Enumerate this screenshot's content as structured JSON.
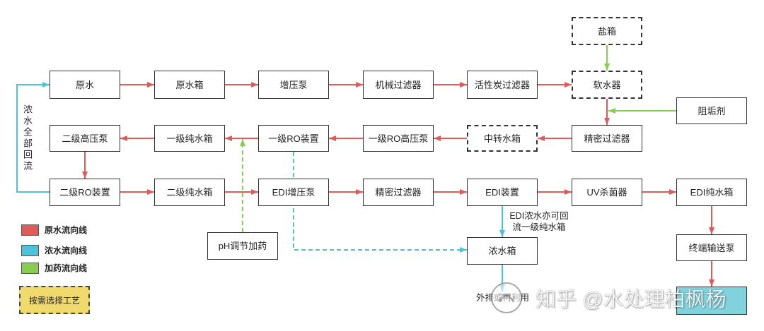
{
  "diagram": {
    "salt_tank": "盐箱",
    "antiscalant": "阻垢剂",
    "row1": {
      "raw_water": "原水",
      "raw_water_tank": "原水箱",
      "booster_pump": "增压泵",
      "mechanical_filter": "机械过滤器",
      "activated_carbon_filter": "活性炭过滤器",
      "water_softener": "软水器"
    },
    "row2": {
      "secondary_hp_pump": "二级高压泵",
      "primary_pure_tank": "一级纯水箱",
      "primary_ro": "一级RO装置",
      "primary_ro_hp_pump": "一级RO高压泵",
      "transfer_tank": "中转水箱",
      "precision_filter": "精密过滤器"
    },
    "row3": {
      "secondary_ro": "二级RO装置",
      "secondary_pure_tank": "二级纯水箱",
      "edi_booster_pump": "EDI增压泵",
      "precision_filter": "精密过滤器",
      "edi_unit": "EDI装置",
      "uv_sterilizer": "UV杀菌器",
      "edi_pure_tank": "EDI纯水箱"
    },
    "ph_dosing": "pH调节加药",
    "concentrate_tank": "浓水箱",
    "terminal_pump": "终端输送泵",
    "recycle_label": "浓水全部回流",
    "edi_note": [
      "EDI浓水亦可回",
      "流一级纯水箱"
    ],
    "discharge_label": "外排或再利用"
  },
  "legend": {
    "raw_flow": "原水流向线",
    "concentrate_flow": "浓水流向线",
    "dosing_flow": "加药流向线",
    "optional_process": "按需选择工艺"
  },
  "colors": {
    "raw_flow": "#e05a5a",
    "concentrate_flow": "#4dc2d8",
    "dosing_flow": "#86cd52",
    "optional_process_fill": "#f1da6c",
    "outlet_box_fill": "#80d3dd",
    "box_border": "#333333"
  },
  "watermark": "知乎 @水处理柏枫杨"
}
